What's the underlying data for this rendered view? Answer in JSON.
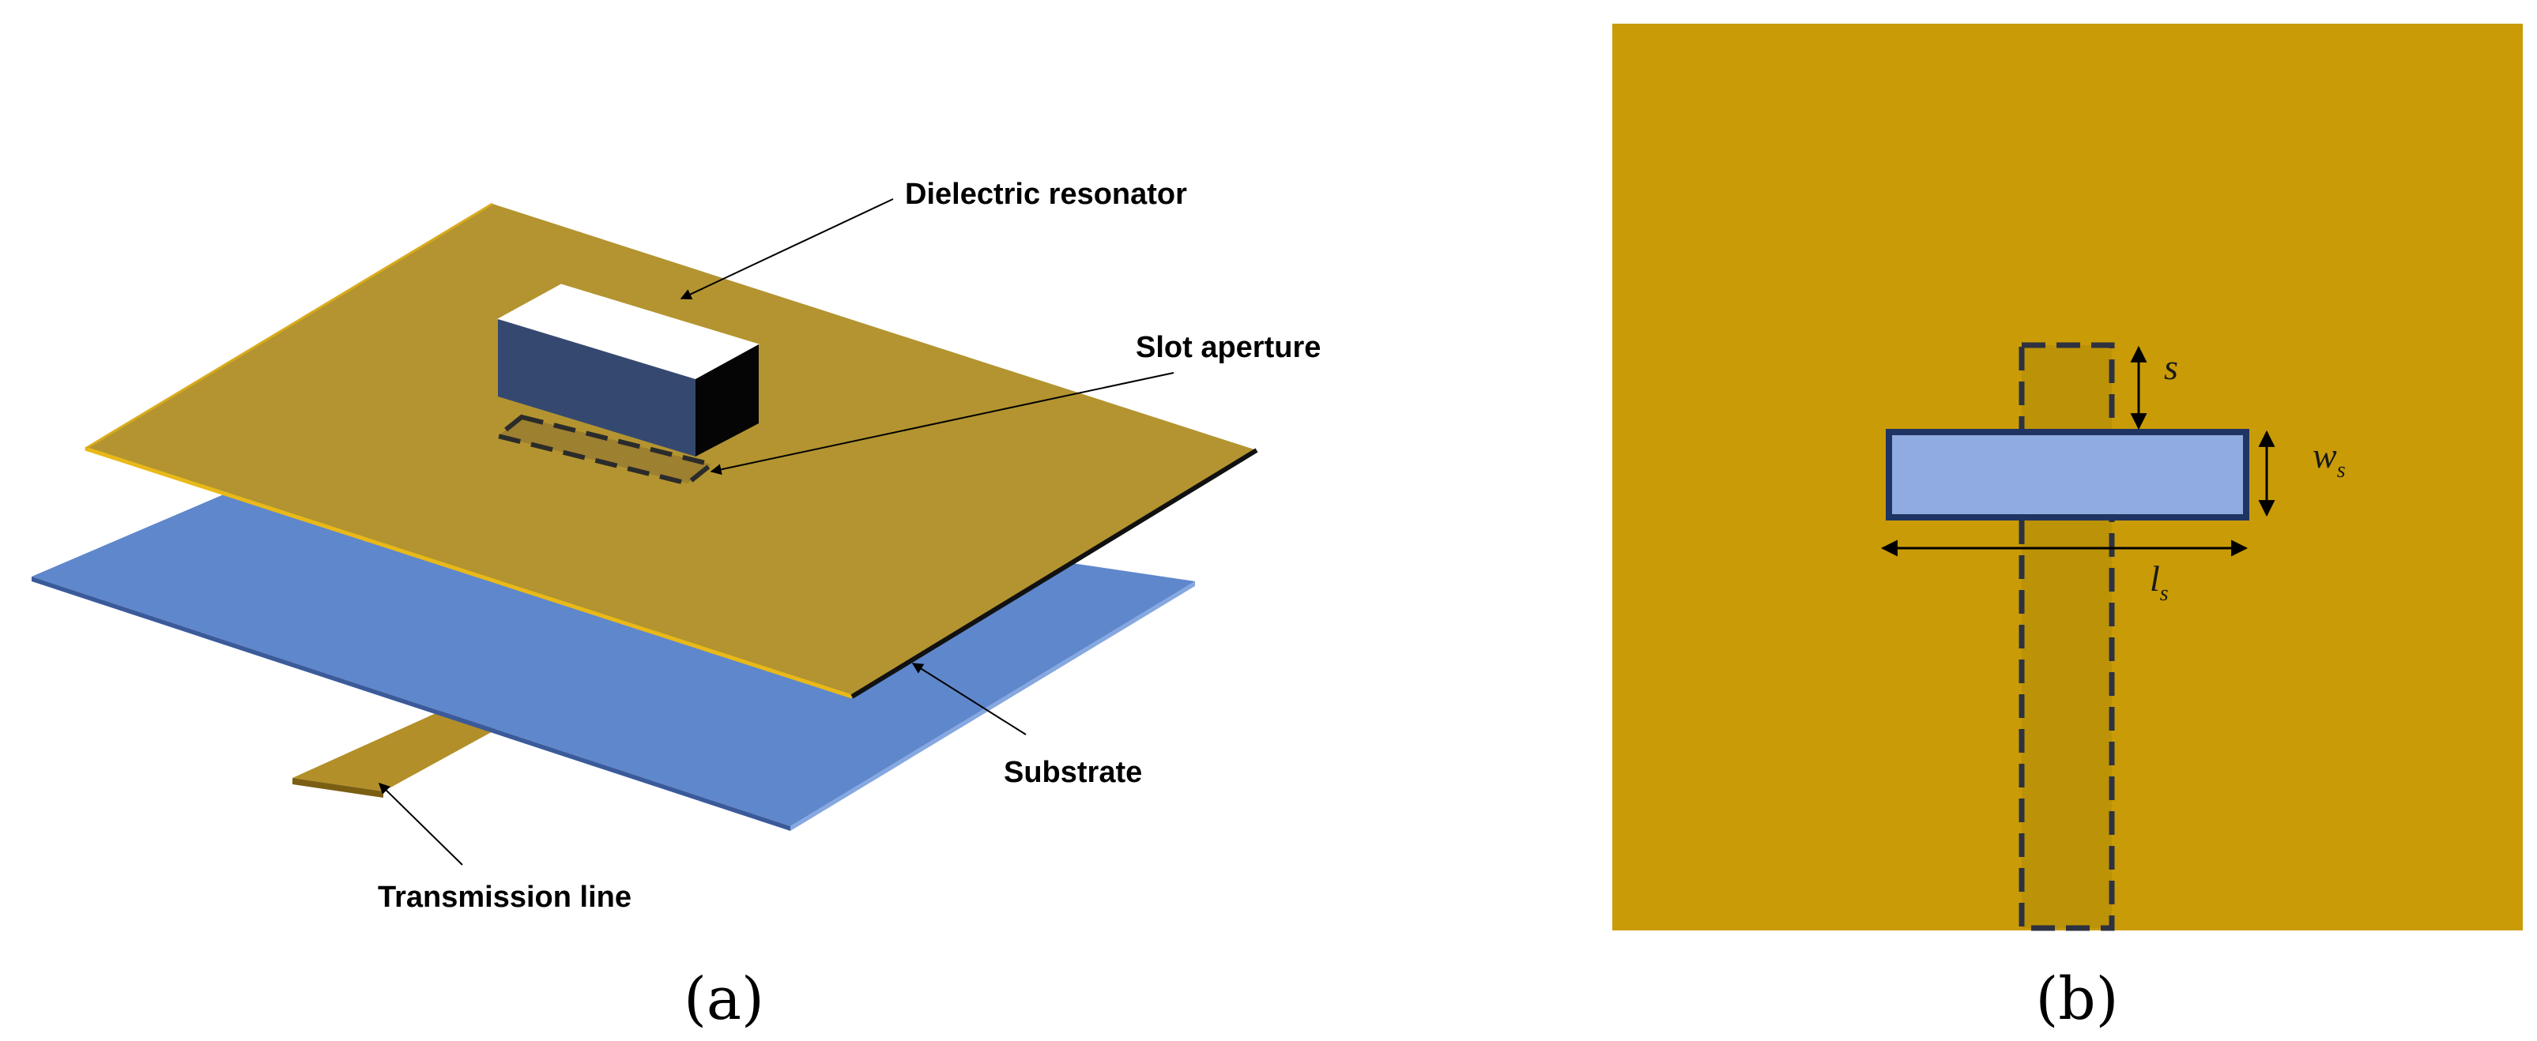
{
  "panel_a": {
    "label": "(a)",
    "callouts": {
      "resonator": "Dielectric resonator",
      "slot": "Slot aperture",
      "substrate": "Substrate",
      "line": "Transmission line"
    }
  },
  "panel_b": {
    "label": "(b)",
    "dims": {
      "s_main": "s",
      "ws_main": "w",
      "ws_sub": "s",
      "ls_main": "l",
      "ls_sub": "s"
    }
  },
  "colors": {
    "ground_plane": "#b39430",
    "substrate": "#5f87cc",
    "feed_line": "#b38f2a",
    "resonator_front": "#354970",
    "resonator_side": "#050505",
    "panel_b_background": "#c99b07",
    "panel_b_feed": "#bc9206",
    "slot_fill": "#8fabdf",
    "slot_border": "#1f3462"
  }
}
